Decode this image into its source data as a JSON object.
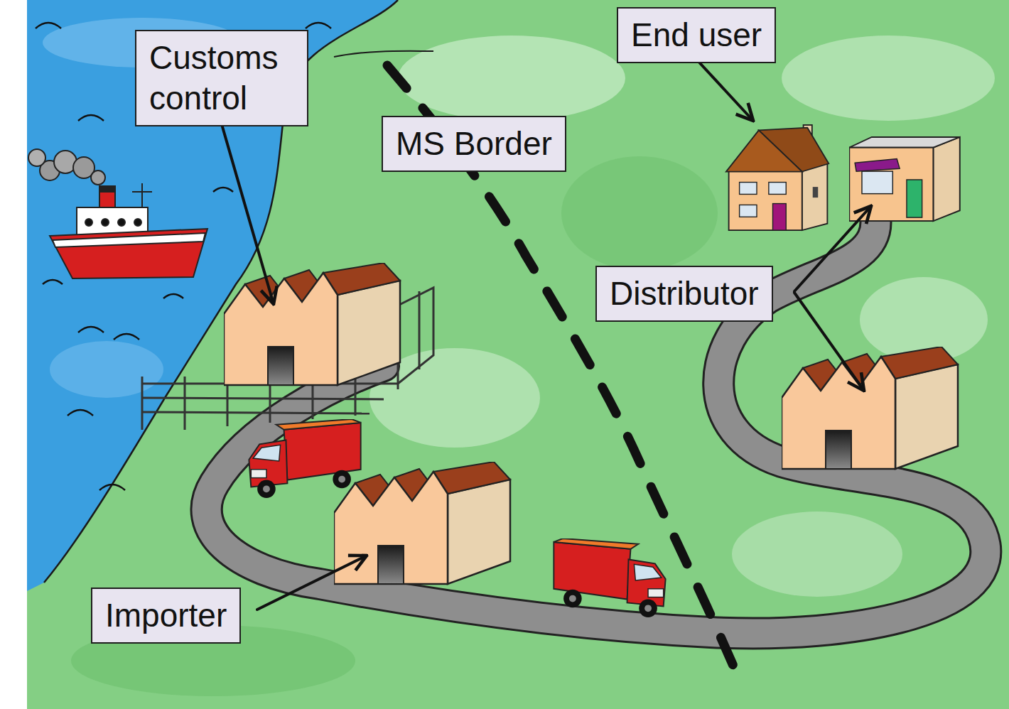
{
  "diagram": {
    "nodes": [
      {
        "text": [
          "End user"
        ]
      },
      {
        "text": [
          "Customs control"
        ]
      },
      {
        "text": [
          "MS Border"
        ]
      },
      {
        "text": [
          "Distributor"
        ]
      },
      {
        "text": [
          "Importer"
        ]
      }
    ]
  }
}
